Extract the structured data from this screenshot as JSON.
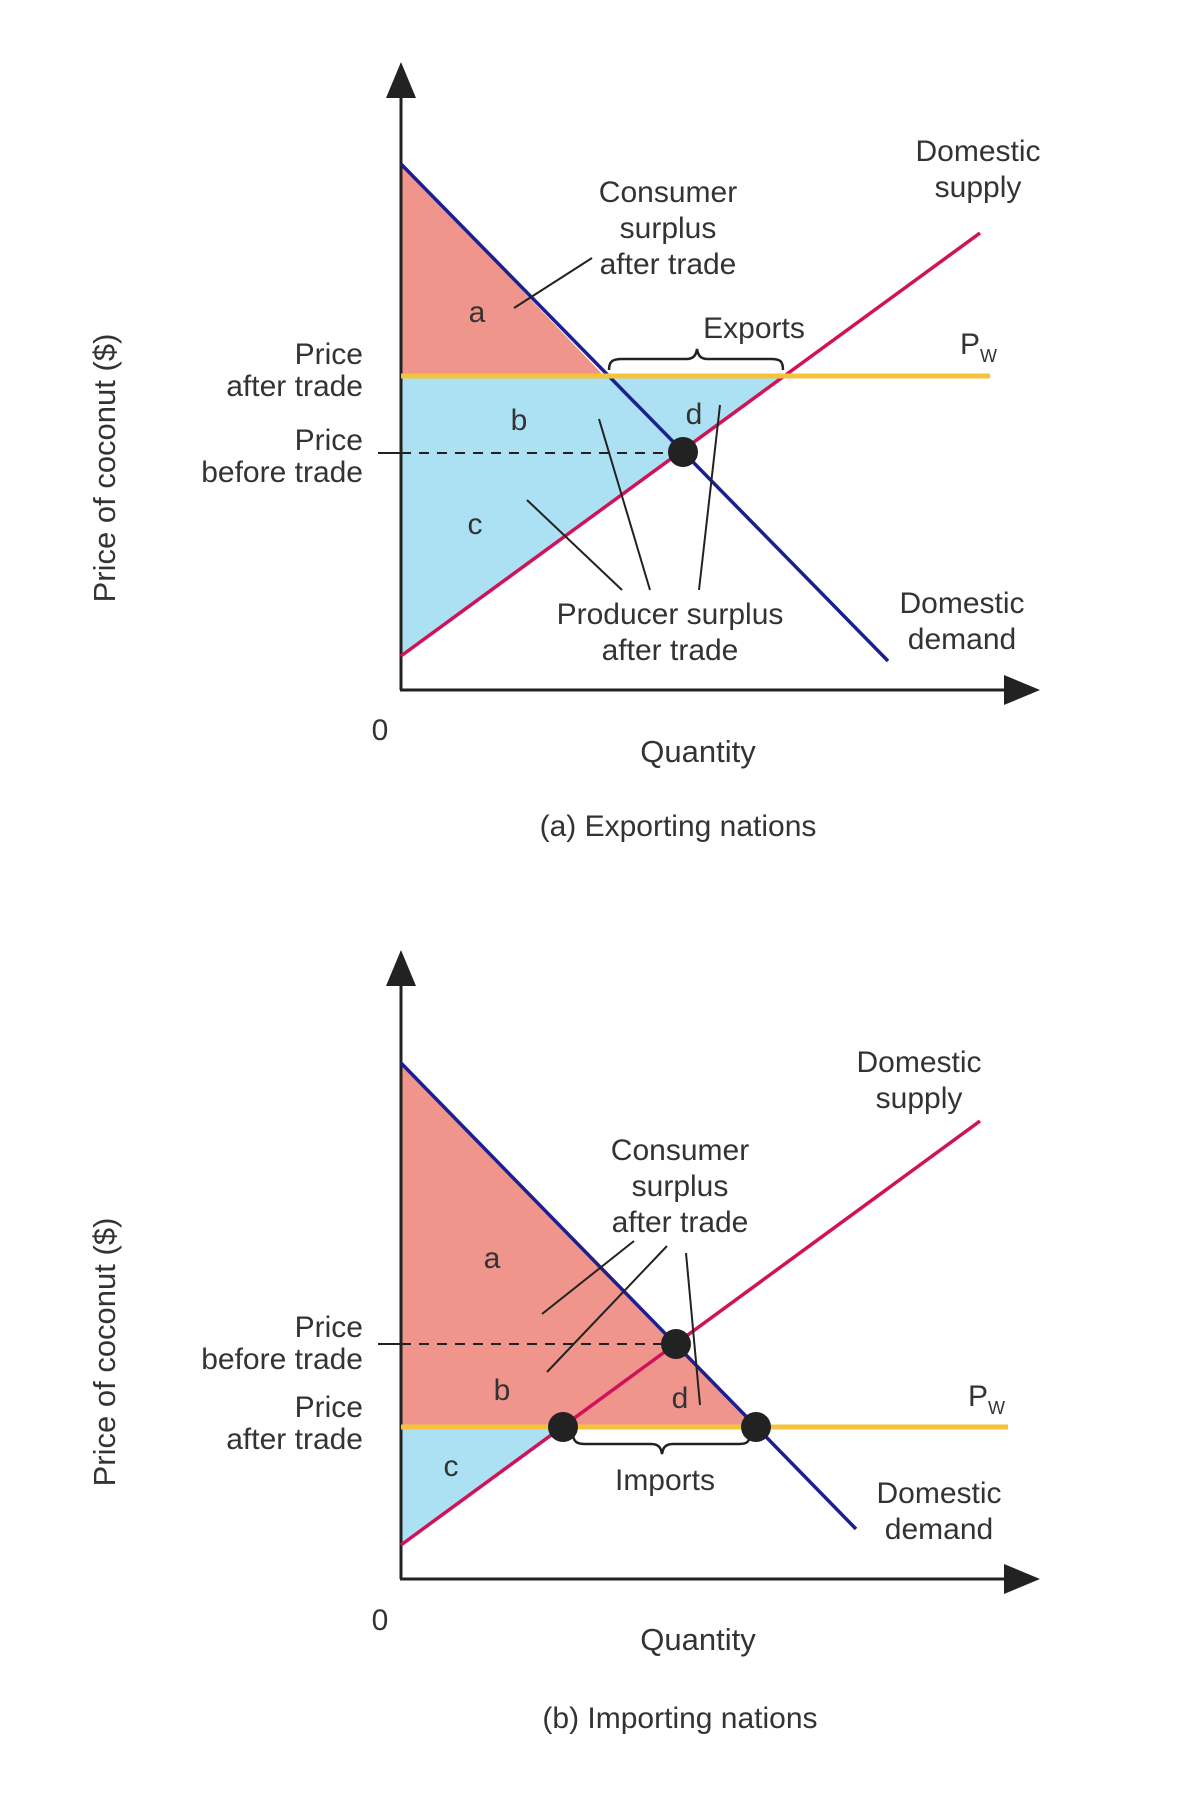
{
  "colors": {
    "demand": "#1c1f8f",
    "supply": "#d01359",
    "world_price": "#f5c33b",
    "consumer_surplus_fill": "#ef958b",
    "producer_surplus_fill": "#abe1f3",
    "point": "#222222"
  },
  "panel_a": {
    "caption": "(a) Exporting nations",
    "y_axis_title": "Price of coconut ($)",
    "x_axis_title": "Quantity",
    "origin_label": "0",
    "price_after_line1": "Price",
    "price_after_line2": "after trade",
    "price_before_line1": "Price",
    "price_before_line2": "before trade",
    "consumer_surplus_line1": "Consumer",
    "consumer_surplus_line2": "surplus",
    "consumer_surplus_line3": "after trade",
    "exports_label": "Exports",
    "world_price_main": "P",
    "world_price_sub": "W",
    "supply_line1": "Domestic",
    "supply_line2": "supply",
    "demand_line1": "Domestic",
    "demand_line2": "demand",
    "producer_surplus_line1": "Producer surplus",
    "producer_surplus_line2": "after trade",
    "area_a": "a",
    "area_b": "b",
    "area_c": "c",
    "area_d": "d"
  },
  "panel_b": {
    "caption": "(b) Importing nations",
    "y_axis_title": "Price of coconut ($)",
    "x_axis_title": "Quantity",
    "origin_label": "0",
    "price_before_line1": "Price",
    "price_before_line2": "before trade",
    "price_after_line1": "Price",
    "price_after_line2": "after trade",
    "consumer_surplus_line1": "Consumer",
    "consumer_surplus_line2": "surplus",
    "consumer_surplus_line3": "after trade",
    "imports_label": "Imports",
    "world_price_main": "P",
    "world_price_sub": "W",
    "supply_line1": "Domestic",
    "supply_line2": "supply",
    "demand_line1": "Domestic",
    "demand_line2": "demand",
    "area_a": "a",
    "area_b": "b",
    "area_c": "c",
    "area_d": "d"
  }
}
